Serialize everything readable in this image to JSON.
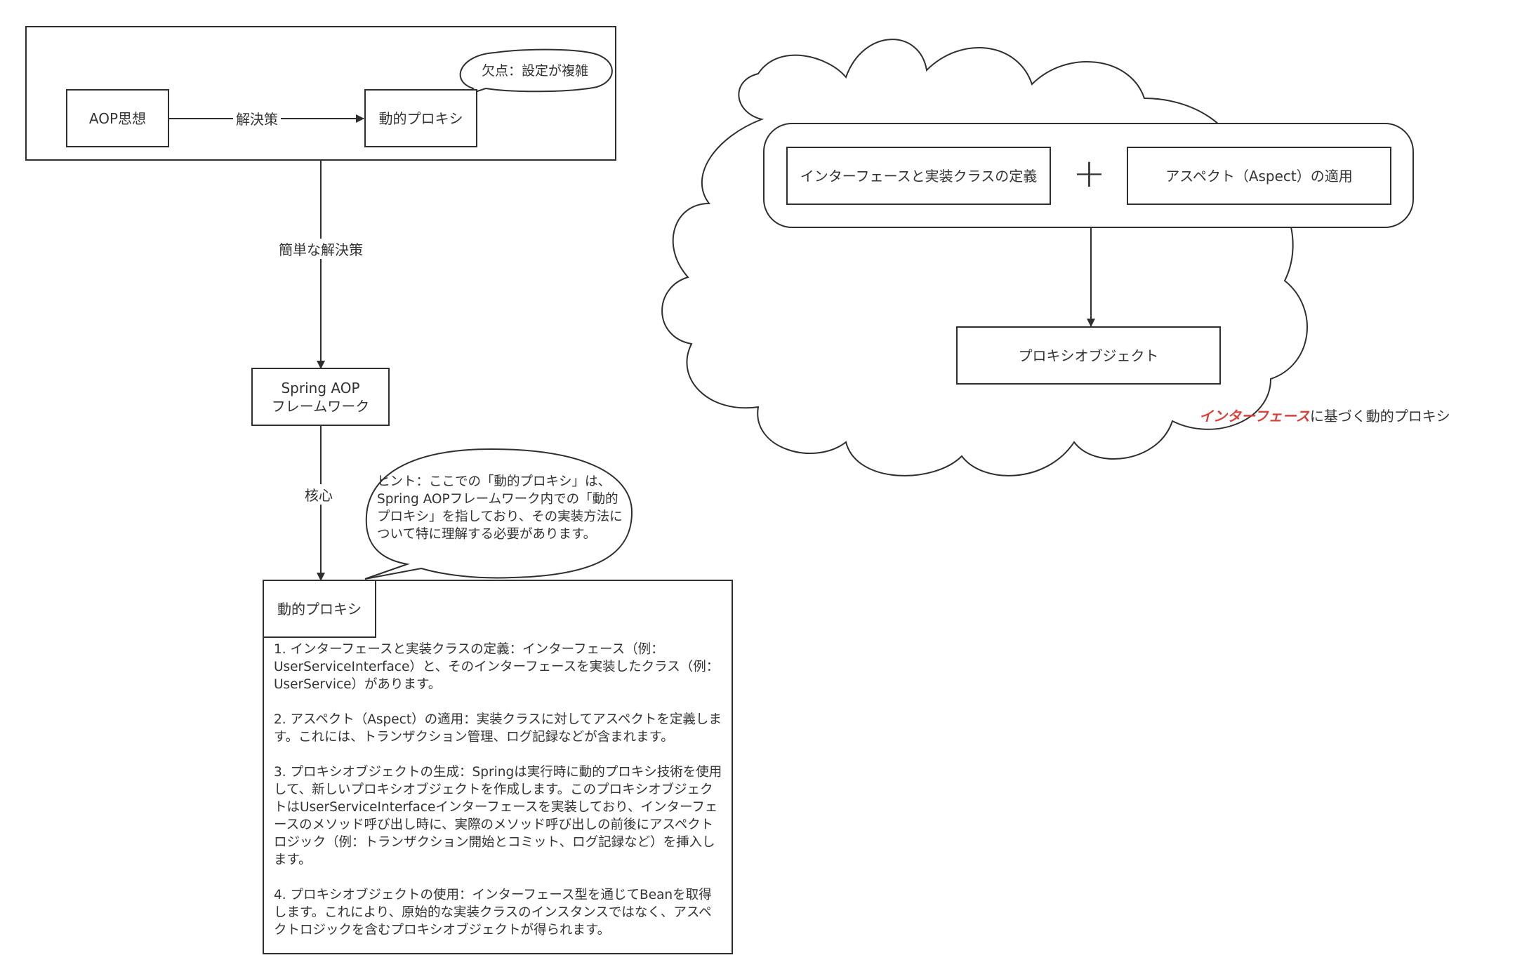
{
  "left_flow": {
    "aop_idea": "AOP思想",
    "solution_label": "解決策",
    "dynamic_proxy_top": "動的プロキシ",
    "drawback_callout": "欠点：設定が複雑",
    "simple_solution_label": "簡単な解決策",
    "spring_aop_line1": "Spring AOP",
    "spring_aop_line2": "フレームワーク",
    "core_label": "核心",
    "hint_callout": "ヒント：ここでの「動的プロキシ」は、Spring AOPフレームワーク内での「動的プロキシ」を指しており、その実装方法について特に理解する必要があります。",
    "dynamic_proxy_detail_title": "動的プロキシ",
    "steps": [
      "1. インターフェースと実装クラスの定義：インターフェース（例：UserServiceInterface）と、そのインターフェースを実装したクラス（例：UserService）があります。",
      "2. アスペクト（Aspect）の適用：実装クラスに対してアスペクトを定義します。これには、トランザクション管理、ログ記録などが含まれます。",
      "3. プロキシオブジェクトの生成：Springは実行時に動的プロキシ技術を使用して、新しいプロキシオブジェクトを作成します。このプロキシオブジェクトはUserServiceInterfaceインターフェースを実装しており、インターフェースのメソッド呼び出し時に、実際のメソッド呼び出しの前後にアスペクトロジック（例：トランザクション開始とコミット、ログ記録など）を挿入します。",
      "4. プロキシオブジェクトの使用：インターフェース型を通じてBeanを取得します。これにより、原始的な実装クラスのインスタンスではなく、アスペクトロジックを含むプロキシオブジェクトが得られます。"
    ]
  },
  "cloud": {
    "interface_impl": "インターフェースと実装クラスの定義",
    "plus_sign": "+",
    "aspect_apply": "アスペクト（Aspect）の適用",
    "proxy_object": "プロキシオブジェクト",
    "caption_highlight": "インターフェース",
    "caption_rest": "に基づく動的プロキシ"
  },
  "colors": {
    "stroke": "#2f2f2f",
    "text": "#333333",
    "highlight": "#d9413b"
  }
}
